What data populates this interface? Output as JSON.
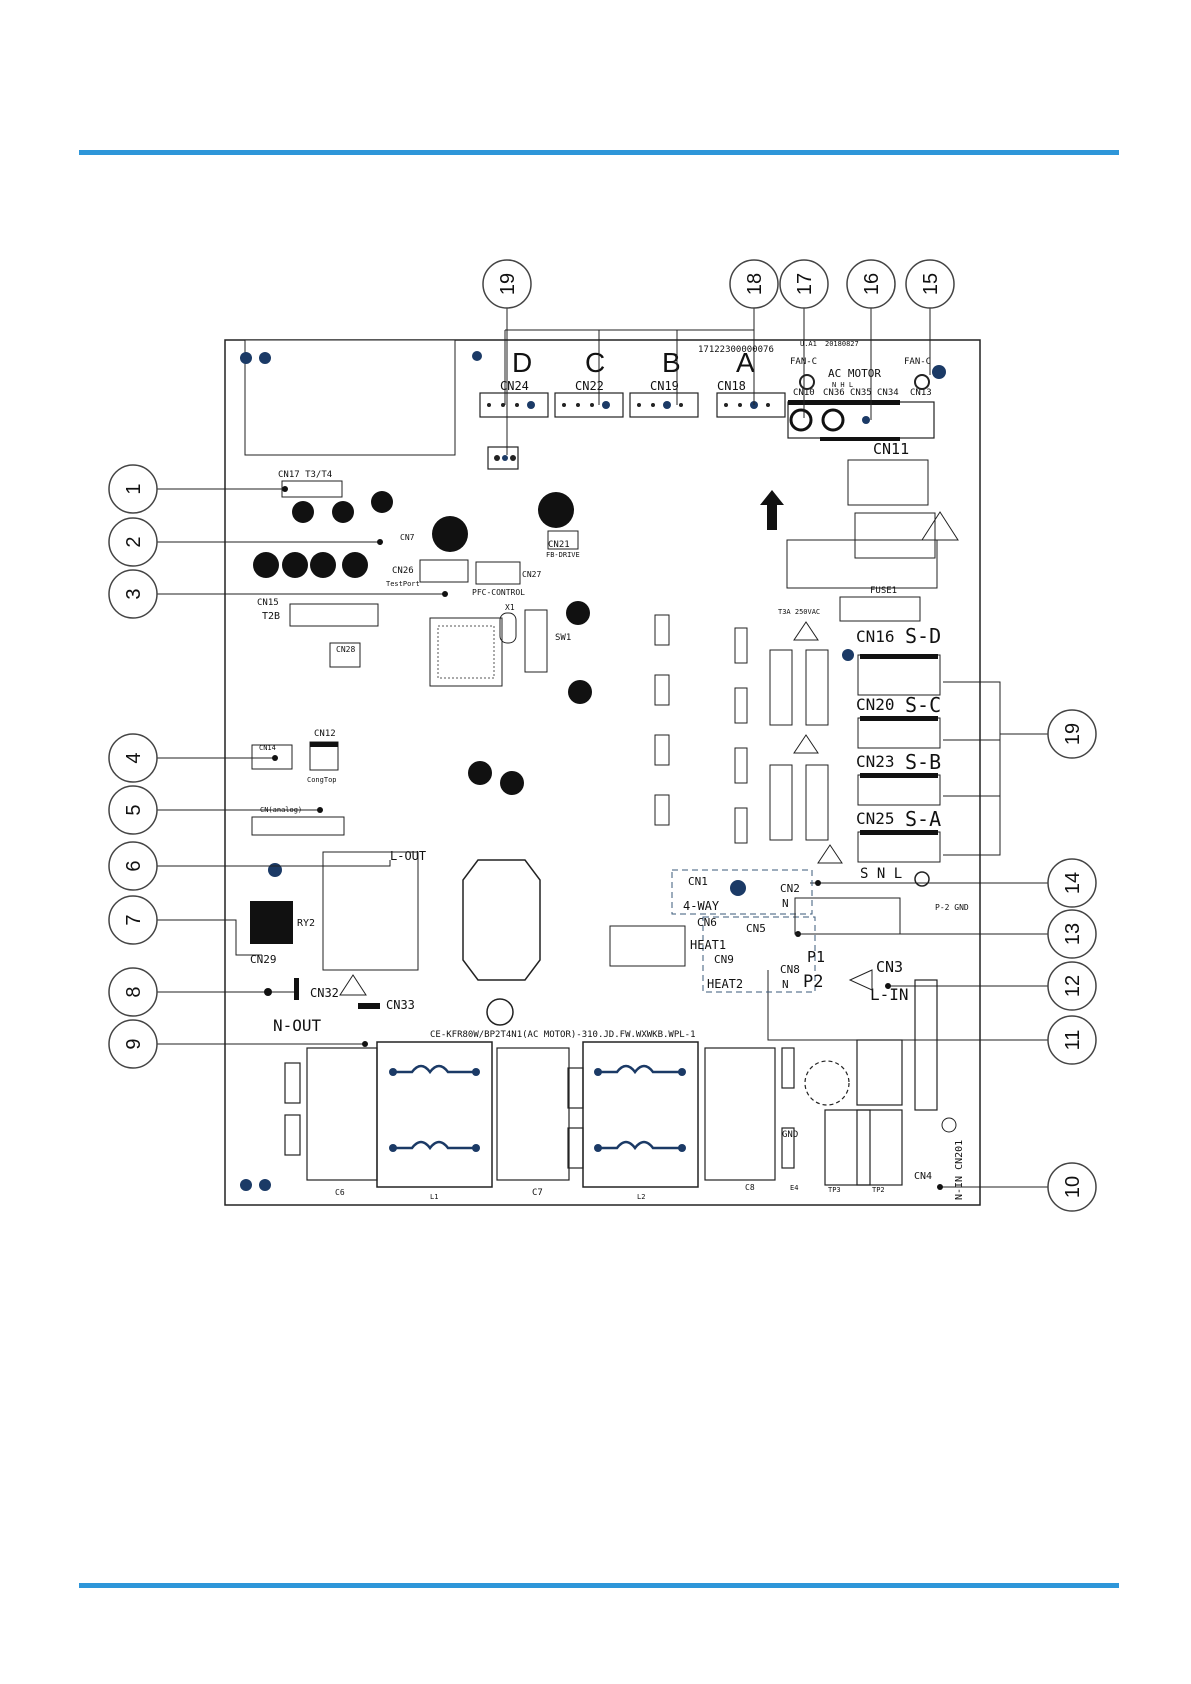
{
  "page": {
    "rule_color": "#2e96d9"
  },
  "callouts": {
    "1": "1",
    "2": "2",
    "3": "3",
    "4": "4",
    "5": "5",
    "6": "6",
    "7": "7",
    "8": "8",
    "9": "9",
    "10": "10",
    "11": "11",
    "12": "12",
    "13": "13",
    "14": "14",
    "15": "15",
    "16": "16",
    "17": "17",
    "18": "18",
    "19_top": "19",
    "19_right": "19"
  },
  "board": {
    "model_line": "CE-KFR80W/BP2T4N1(AC MOTOR)-310.JD.FW.WXWKB.WPL-1",
    "serial": "17122300000076",
    "version": "U.A1",
    "date": "20180827",
    "fan_c": "FAN-C",
    "fan_c2": "FAN-C",
    "ac_motor": "AC MOTOR",
    "motor_pins": "N   H   L",
    "cn10": "CN10",
    "cn36": "CN36",
    "cn35": "CN35",
    "cn34": "CN34",
    "cn13": "CN13",
    "cn11": "CN11",
    "ch_d": "D",
    "ch_c": "C",
    "ch_b": "B",
    "ch_a": "A",
    "cn24": "CN24",
    "cn22": "CN22",
    "cn19": "CN19",
    "cn18": "CN18",
    "cn17": "CN17 T3/T4",
    "cn7": "CN7",
    "cn26": "CN26",
    "testport": "TestPort",
    "cn21": "CN21",
    "fb_drive": "FB-DRIVE",
    "cn27": "CN27",
    "pfc_control": "PFC-CONTROL",
    "cn15": "CN15",
    "t2b": "T2B",
    "cn28": "CN28",
    "x1": "X1",
    "sw1": "SW1",
    "cn12": "CN12",
    "congtop": "CongTop",
    "cn14": "CN14",
    "cn_analog": "CN(analog)",
    "l_out": "L-OUT",
    "ry2": "RY2",
    "cn29": "CN29",
    "cn32": "CN32",
    "cn33": "CN33",
    "n_out": "N-OUT",
    "fuse1": "FUSE1",
    "fuse_rating": "T3A 250VAC",
    "cn16": "CN16",
    "s_d": "S-D",
    "cn20": "CN20",
    "s_c": "S-C",
    "cn23": "CN23",
    "s_b": "S-B",
    "cn25": "CN25",
    "s_a": "S-A",
    "snl": "S    N    L",
    "cn1": "CN1",
    "way4": "4-WAY",
    "cn2": "CN2",
    "n": "N",
    "cn6": "CN6",
    "heat1": "HEAT1",
    "cn5": "CN5",
    "cn9": "CN9",
    "heat2": "HEAT2",
    "cn8": "CN8",
    "p1": "P1",
    "p2": "P2",
    "cn3": "CN3",
    "l_in": "L-IN",
    "p2gnd": "P-2 GND",
    "gnd": "GND",
    "cn4": "CN4",
    "n_in": "N-IN CN201",
    "c6": "C6",
    "c7": "C7",
    "c8": "C8",
    "l1": "L1",
    "l2": "L2",
    "tp3": "TP3",
    "tp2": "TP2",
    "e4": "E4"
  }
}
